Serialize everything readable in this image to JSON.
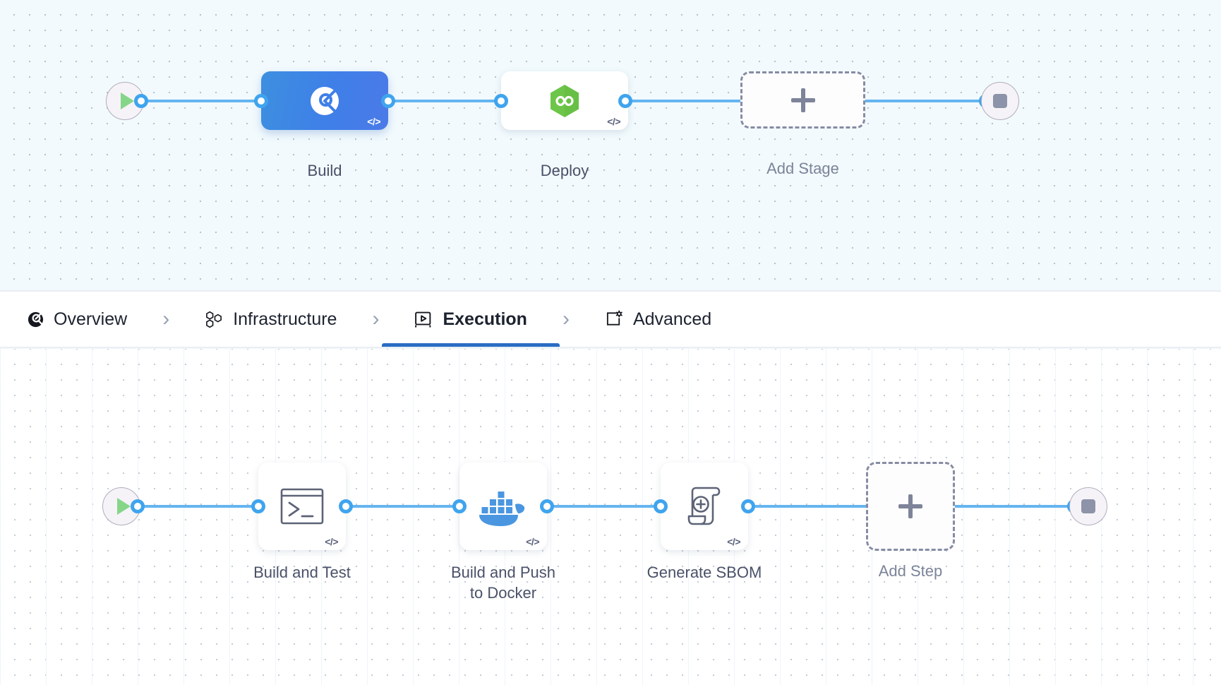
{
  "stage_canvas": {
    "start_node": {
      "icon": "play-icon",
      "name": "pipeline-start"
    },
    "end_node": {
      "icon": "stop-icon",
      "name": "pipeline-end"
    },
    "stages": [
      {
        "label": "Build",
        "icon": "ci-build-icon",
        "badge": "</>",
        "selected": true
      },
      {
        "label": "Deploy",
        "icon": "cd-deploy-icon",
        "badge": "</>",
        "selected": false
      }
    ],
    "add_stage": {
      "label": "Add Stage",
      "icon": "plus-icon"
    }
  },
  "tabs": {
    "items": [
      {
        "label": "Overview",
        "icon": "overview-icon",
        "active": false
      },
      {
        "label": "Infrastructure",
        "icon": "infrastructure-icon",
        "active": false
      },
      {
        "label": "Execution",
        "icon": "execution-icon",
        "active": true
      },
      {
        "label": "Advanced",
        "icon": "advanced-icon",
        "active": false
      }
    ],
    "separator": "›",
    "active_color": "#2a6cc4"
  },
  "step_canvas": {
    "start_node": {
      "icon": "play-icon",
      "name": "execution-start"
    },
    "end_node": {
      "icon": "stop-icon",
      "name": "execution-end"
    },
    "steps": [
      {
        "label": "Build and Test",
        "icon": "terminal-icon",
        "badge": "</>"
      },
      {
        "label": "Build and Push\nto Docker",
        "icon": "docker-icon",
        "badge": "</>"
      },
      {
        "label": "Generate SBOM",
        "icon": "sbom-scroll-icon",
        "badge": "</>"
      }
    ],
    "add_step": {
      "label": "Add Step",
      "icon": "plus-icon"
    }
  },
  "colors": {
    "connector": "#64b5f0",
    "connector_ring": "#3fa4ee",
    "stage_selected": "#3f7fe8",
    "docker_blue": "#4a96e0",
    "play_green": "#86d68a",
    "stop_gray": "#8d93a8",
    "canvas_top_bg": "#f2fafd",
    "canvas_bottom_bg": "#ffffff"
  }
}
